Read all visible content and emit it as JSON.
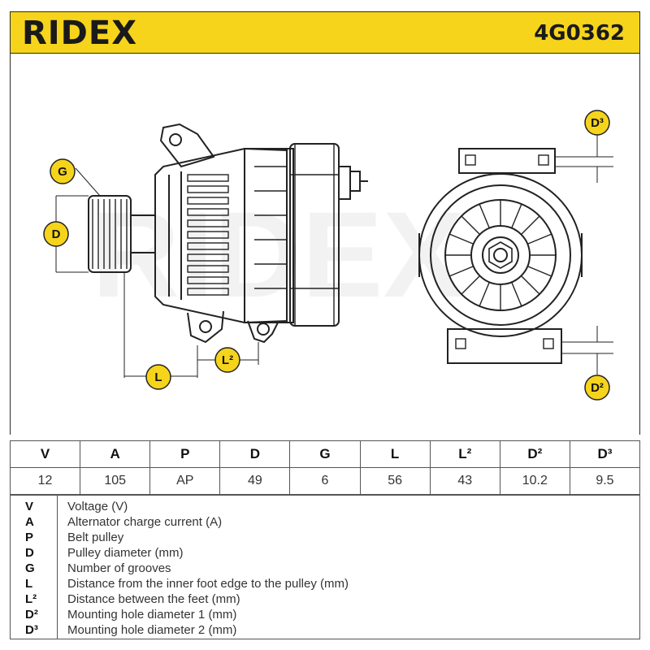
{
  "header": {
    "logo_text": "RIDEX",
    "part_number": "4G0362",
    "accent_color": "#f6d41c"
  },
  "diagram": {
    "watermark_text": "RIDEX",
    "labels": {
      "G": "G",
      "D": "D",
      "L": "L",
      "L2": "L²",
      "D2": "D²",
      "D3": "D³"
    }
  },
  "specs": {
    "headers": [
      "V",
      "A",
      "P",
      "D",
      "G",
      "L",
      "L²",
      "D²",
      "D³"
    ],
    "values": [
      "12",
      "105",
      "AP",
      "49",
      "6",
      "56",
      "43",
      "10.2",
      "9.5"
    ]
  },
  "legend": [
    {
      "key": "V",
      "desc": "Voltage (V)"
    },
    {
      "key": "A",
      "desc": "Alternator charge current (A)"
    },
    {
      "key": "P",
      "desc": "Belt pulley"
    },
    {
      "key": "D",
      "desc": "Pulley diameter (mm)"
    },
    {
      "key": "G",
      "desc": "Number of grooves"
    },
    {
      "key": "L",
      "desc": "Distance from the inner foot edge to the pulley (mm)"
    },
    {
      "key": "L²",
      "desc": "Distance between the feet (mm)"
    },
    {
      "key": "D²",
      "desc": "Mounting hole diameter 1 (mm)"
    },
    {
      "key": "D³",
      "desc": "Mounting hole diameter 2 (mm)"
    }
  ]
}
